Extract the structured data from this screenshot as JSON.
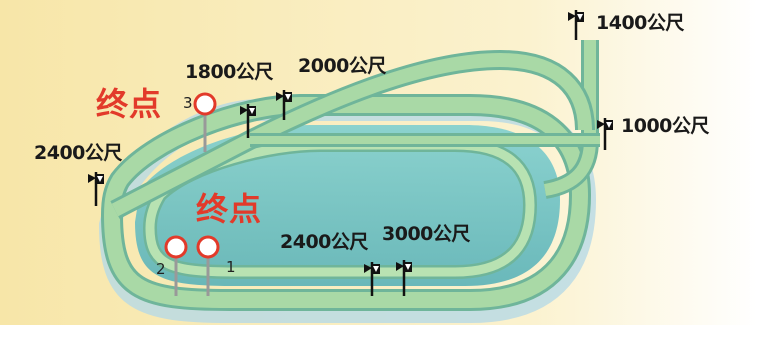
{
  "labels": {
    "d1400": "1400公尺",
    "d1800": "1800公尺",
    "d2000": "2000公尺",
    "d1000": "1000公尺",
    "d2400_left": "2400公尺",
    "d2400_bottom": "2400公尺",
    "d3000": "3000公尺"
  },
  "finish": {
    "upper": "终点",
    "lower": "终点"
  },
  "post_numbers": {
    "post1": "1",
    "post2": "2",
    "post3": "3"
  },
  "colors": {
    "finish_text": "#e23a2a",
    "track_green": "#a9d9a6",
    "track_outline": "#6fb59a",
    "inner_fill": "#6dbfc0",
    "background": "#fbf0c8"
  }
}
